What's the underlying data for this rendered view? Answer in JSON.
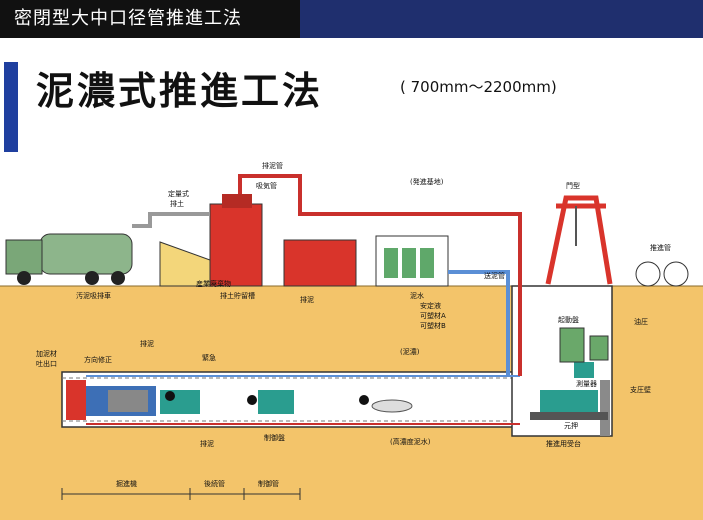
{
  "header": {
    "title": "密閉型大中口径管推進工法"
  },
  "title": {
    "main": "泥濃式推進工法",
    "range": "( 700mm～2200mm)"
  },
  "labels": {
    "mud_discharge_pipe": "排泥管",
    "suction_pipe": "吸気管",
    "fixed_discharge_1": "定量式",
    "fixed_discharge_2": "排土",
    "launch_base": "(発進基地)",
    "gate_crane": "門型",
    "jacking_pipe": "推進管",
    "sludge_truck": "汚泥吸排車",
    "waste_dump": "産業廃棄物",
    "soil_tank": "排土貯留槽",
    "mud_discharge": "排泥",
    "mud_water": "泥水",
    "stabilizer": "安定液",
    "plasticizer_a": "可塑材A",
    "plasticizer_b": "可塑材B",
    "feed_pipe": "送泥管",
    "control_panel_start": "起動盤",
    "hydraulic": "油圧",
    "pressure_wall": "支圧壁",
    "meter": "測量器",
    "main_jack": "元押",
    "jack_pedestal": "推進用受台",
    "additive_outlet_1": "加泥材",
    "additive_outlet_2": "吐出口",
    "direction_correction": "方向修正",
    "mud_discharge_2": "排泥",
    "emergency": "緊急",
    "slurry_flow": "(泥濃)",
    "high_density_mud": "(高濃度泥水)",
    "mud_discharge_3": "排泥",
    "control_panel": "制御盤",
    "excavator": "掘進機",
    "trailing_pipe": "後続管",
    "control_pipe": "制御管"
  },
  "colors": {
    "soil": "#f3c46a",
    "sky": "#ffffff",
    "pipe_red": "#c9302c",
    "pipe_blue": "#5b8fd6",
    "header_blue": "#1f2f6e",
    "accent_blue": "#1f3f9f"
  }
}
